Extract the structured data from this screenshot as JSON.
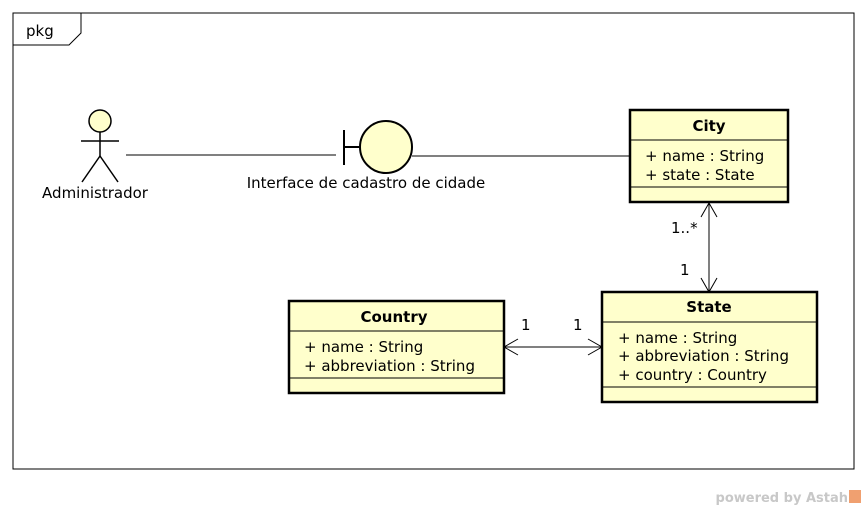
{
  "frame": {
    "label": "pkg"
  },
  "actor": {
    "name": "Administrador"
  },
  "boundary": {
    "name": "Interface de cadastro de cidade"
  },
  "classes": [
    {
      "id": "city",
      "name": "City",
      "attributes": [
        "+ name : String",
        "+ state : State"
      ]
    },
    {
      "id": "state",
      "name": "State",
      "attributes": [
        "+ name : String",
        "+ abbreviation : String",
        "+ country : Country"
      ]
    },
    {
      "id": "country",
      "name": "Country",
      "attributes": [
        "+ name : String",
        "+ abbreviation : String"
      ]
    }
  ],
  "associations": [
    {
      "from": "city",
      "to": "state",
      "from_multiplicity": "1..*",
      "to_multiplicity": "1"
    },
    {
      "from": "country",
      "to": "state",
      "from_multiplicity": "1",
      "to_multiplicity": "1"
    }
  ],
  "colors": {
    "class_fill": "#ffffcc",
    "stroke": "#000000",
    "watermark": "#c8c8c8",
    "logo_accent": "#f0a070"
  },
  "watermark": {
    "text": "powered by Astah"
  }
}
